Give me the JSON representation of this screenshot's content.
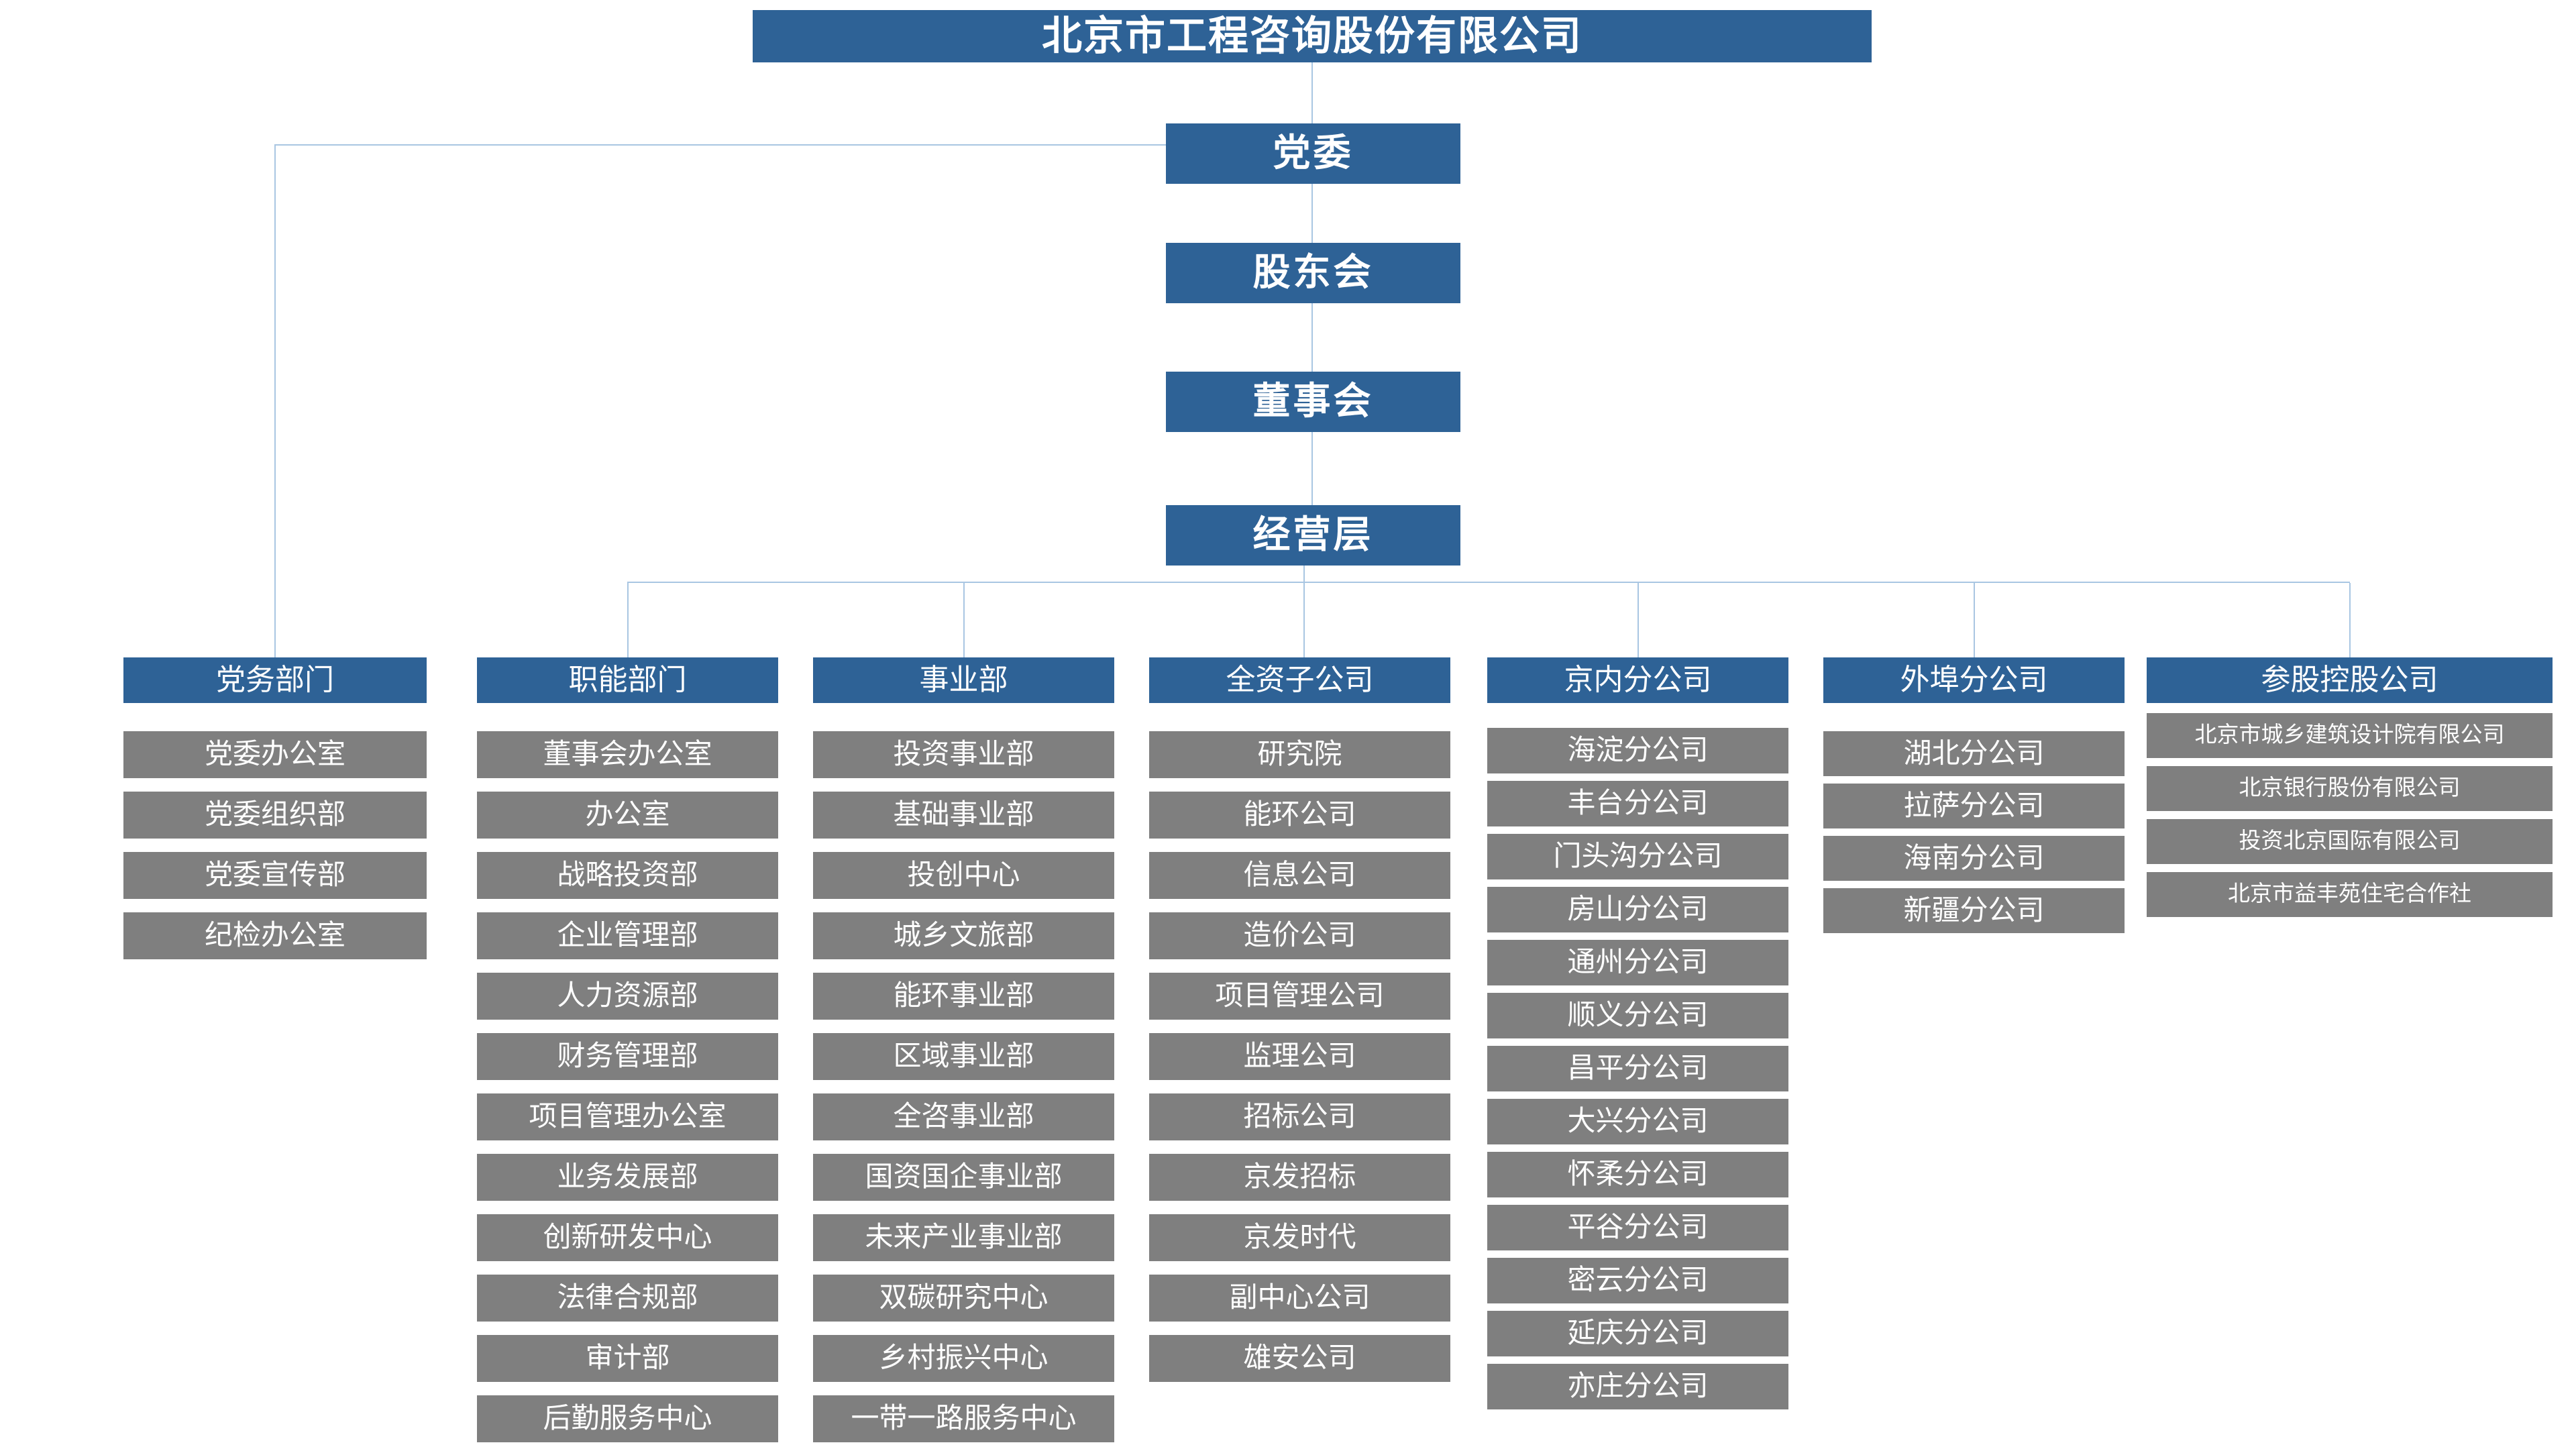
{
  "colors": {
    "primary_blue": "#2E6296",
    "box_gray": "#7F7F7F",
    "connector_line": "#A9C6E2",
    "text_white": "#FFFFFF",
    "background": "#FFFFFF"
  },
  "title": "北京市工程咨询股份有限公司",
  "chain": [
    {
      "label": "党委"
    },
    {
      "label": "股东会"
    },
    {
      "label": "董事会"
    },
    {
      "label": "经营层"
    }
  ],
  "columns": [
    {
      "header": "党务部门",
      "items": [
        "党委办公室",
        "党委组织部",
        "党委宣传部",
        "纪检办公室"
      ]
    },
    {
      "header": "职能部门",
      "items": [
        "董事会办公室",
        "办公室",
        "战略投资部",
        "企业管理部",
        "人力资源部",
        "财务管理部",
        "项目管理办公室",
        "业务发展部",
        "创新研发中心",
        "法律合规部",
        "审计部",
        "后勤服务中心"
      ]
    },
    {
      "header": "事业部",
      "items": [
        "投资事业部",
        "基础事业部",
        "投创中心",
        "城乡文旅部",
        "能环事业部",
        "区域事业部",
        "全咨事业部",
        "国资国企事业部",
        "未来产业事业部",
        "双碳研究中心",
        "乡村振兴中心",
        "一带一路服务中心"
      ]
    },
    {
      "header": "全资子公司",
      "items": [
        "研究院",
        "能环公司",
        "信息公司",
        "造价公司",
        "项目管理公司",
        "监理公司",
        "招标公司",
        "京发招标",
        "京发时代",
        "副中心公司",
        "雄安公司"
      ]
    },
    {
      "header": "京内分公司",
      "items": [
        "海淀分公司",
        "丰台分公司",
        "门头沟分公司",
        "房山分公司",
        "通州分公司",
        "顺义分公司",
        "昌平分公司",
        "大兴分公司",
        "怀柔分公司",
        "平谷分公司",
        "密云分公司",
        "延庆分公司",
        "亦庄分公司"
      ]
    },
    {
      "header": "外埠分公司",
      "items": [
        "湖北分公司",
        "拉萨分公司",
        "海南分公司",
        "新疆分公司"
      ]
    },
    {
      "header": "参股控股公司",
      "items": [
        "北京市城乡建筑设计院有限公司",
        "北京银行股份有限公司",
        "投资北京国际有限公司",
        "北京市益丰苑住宅合作社"
      ]
    }
  ]
}
